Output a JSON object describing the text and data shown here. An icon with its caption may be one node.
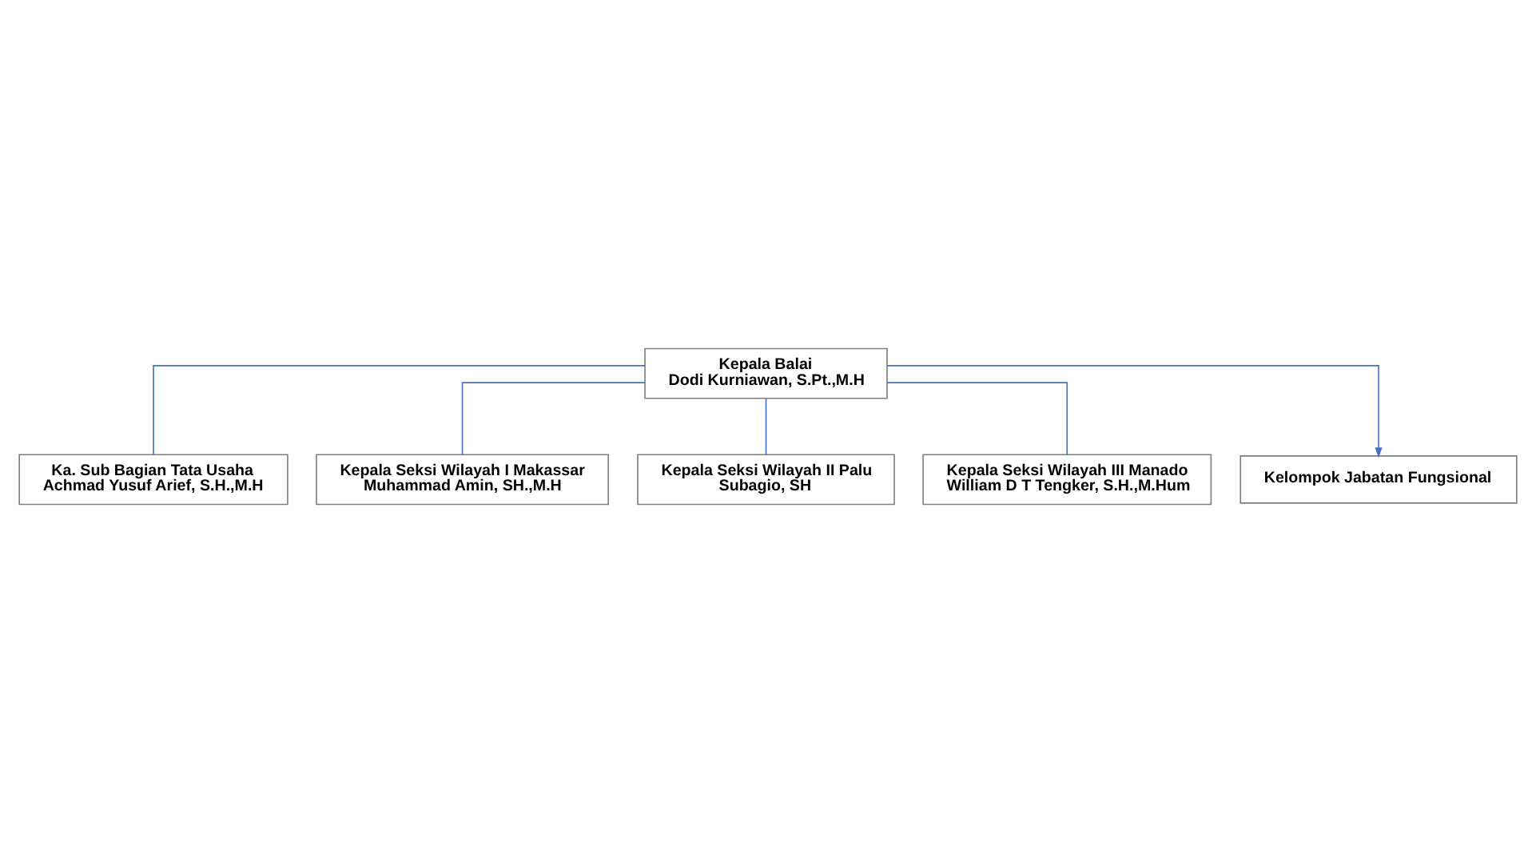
{
  "diagram": {
    "nodes": [
      {
        "text": [
          "Kepala Balai",
          "Dodi Kurniawan, S.Pt.,M.H"
        ]
      },
      {
        "text": [
          "Ka. Sub Bagian Tata Usaha",
          "Achmad Yusuf Arief, S.H.,M.H"
        ]
      },
      {
        "text": [
          "Kepala Seksi Wilayah I Makassar",
          "Muhammad Amin, SH.,M.H"
        ]
      },
      {
        "text": [
          "Kepala Seksi Wilayah II Palu",
          "Subagio, SH"
        ]
      },
      {
        "text": [
          "Kepala Seksi Wilayah III Manado",
          "William D T Tengker, S.H.,M.Hum"
        ]
      },
      {
        "text": [
          "Kelompok Jabatan Fungsional"
        ]
      }
    ],
    "edges": [
      {
        "from": 0,
        "to": 1,
        "arrow": "none"
      },
      {
        "from": 0,
        "to": 2,
        "arrow": "none"
      },
      {
        "from": 0,
        "to": 3,
        "arrow": "none"
      },
      {
        "from": 0,
        "to": 4,
        "arrow": "none"
      },
      {
        "from": 0,
        "to": 5,
        "arrow": "to"
      }
    ]
  }
}
